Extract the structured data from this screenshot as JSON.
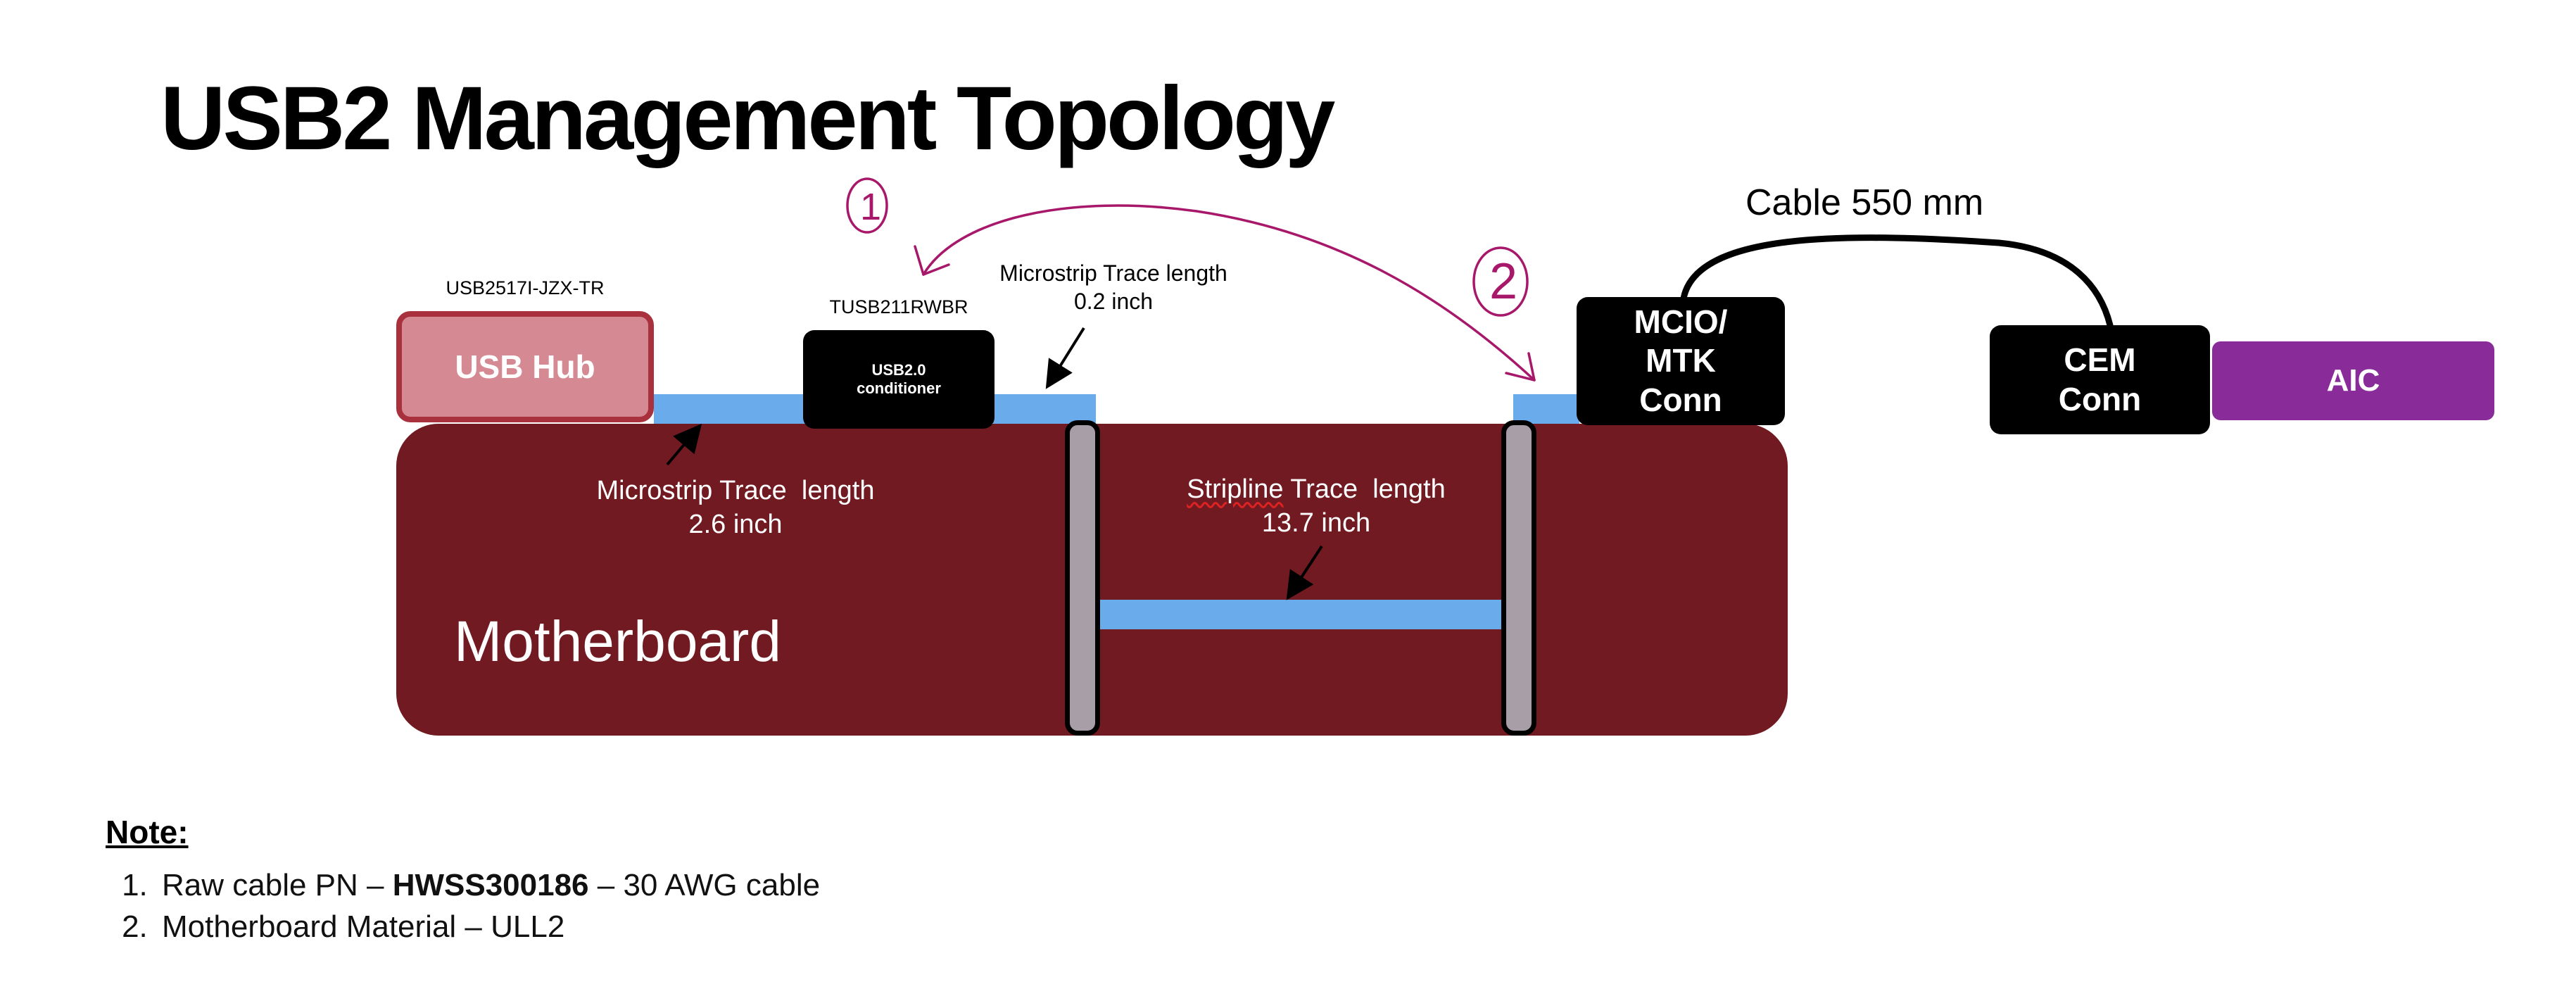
{
  "title": "USB2 Management Topology",
  "components": {
    "usb_hub": {
      "part_number": "USB2517I-JZX-TR",
      "label": "USB Hub"
    },
    "conditioner": {
      "part_number": "TUSB211RWBR",
      "label_line1": "USB2.0",
      "label_line2": "conditioner"
    },
    "mcio_conn": {
      "line1": "MCIO/",
      "line2": "MTK",
      "line3": "Conn"
    },
    "cem_conn": {
      "line1": "CEM",
      "line2": "Conn"
    },
    "aic": {
      "label": "AIC"
    },
    "motherboard": {
      "label": "Motherboard"
    }
  },
  "traces": {
    "microstrip_1": {
      "line1": "Microstrip Trace  length",
      "line2": "2.6 inch"
    },
    "microstrip_2": {
      "line1": "Microstrip Trace length",
      "line2": "0.2 inch"
    },
    "stripline": {
      "word1": "Stripline",
      "line1_rest": " Trace  length",
      "line2": "13.7 inch"
    }
  },
  "cable": {
    "label": "Cable 550 mm"
  },
  "annotations": {
    "mark_1": "1",
    "mark_2": "2"
  },
  "notes": {
    "heading": "Note:",
    "item1_prefix": "Raw cable PN – ",
    "item1_bold": "HWSS300186",
    "item1_suffix": " – 30 AWG cable",
    "item2": "Motherboard Material – ULL2"
  },
  "colors": {
    "motherboard": "#721a21",
    "trace": "#6aabec",
    "usb_hub_fill": "#d58a93",
    "usb_hub_border": "#a8313d",
    "aic": "#8a2b9a",
    "annotation_ink": "#a8186a"
  }
}
